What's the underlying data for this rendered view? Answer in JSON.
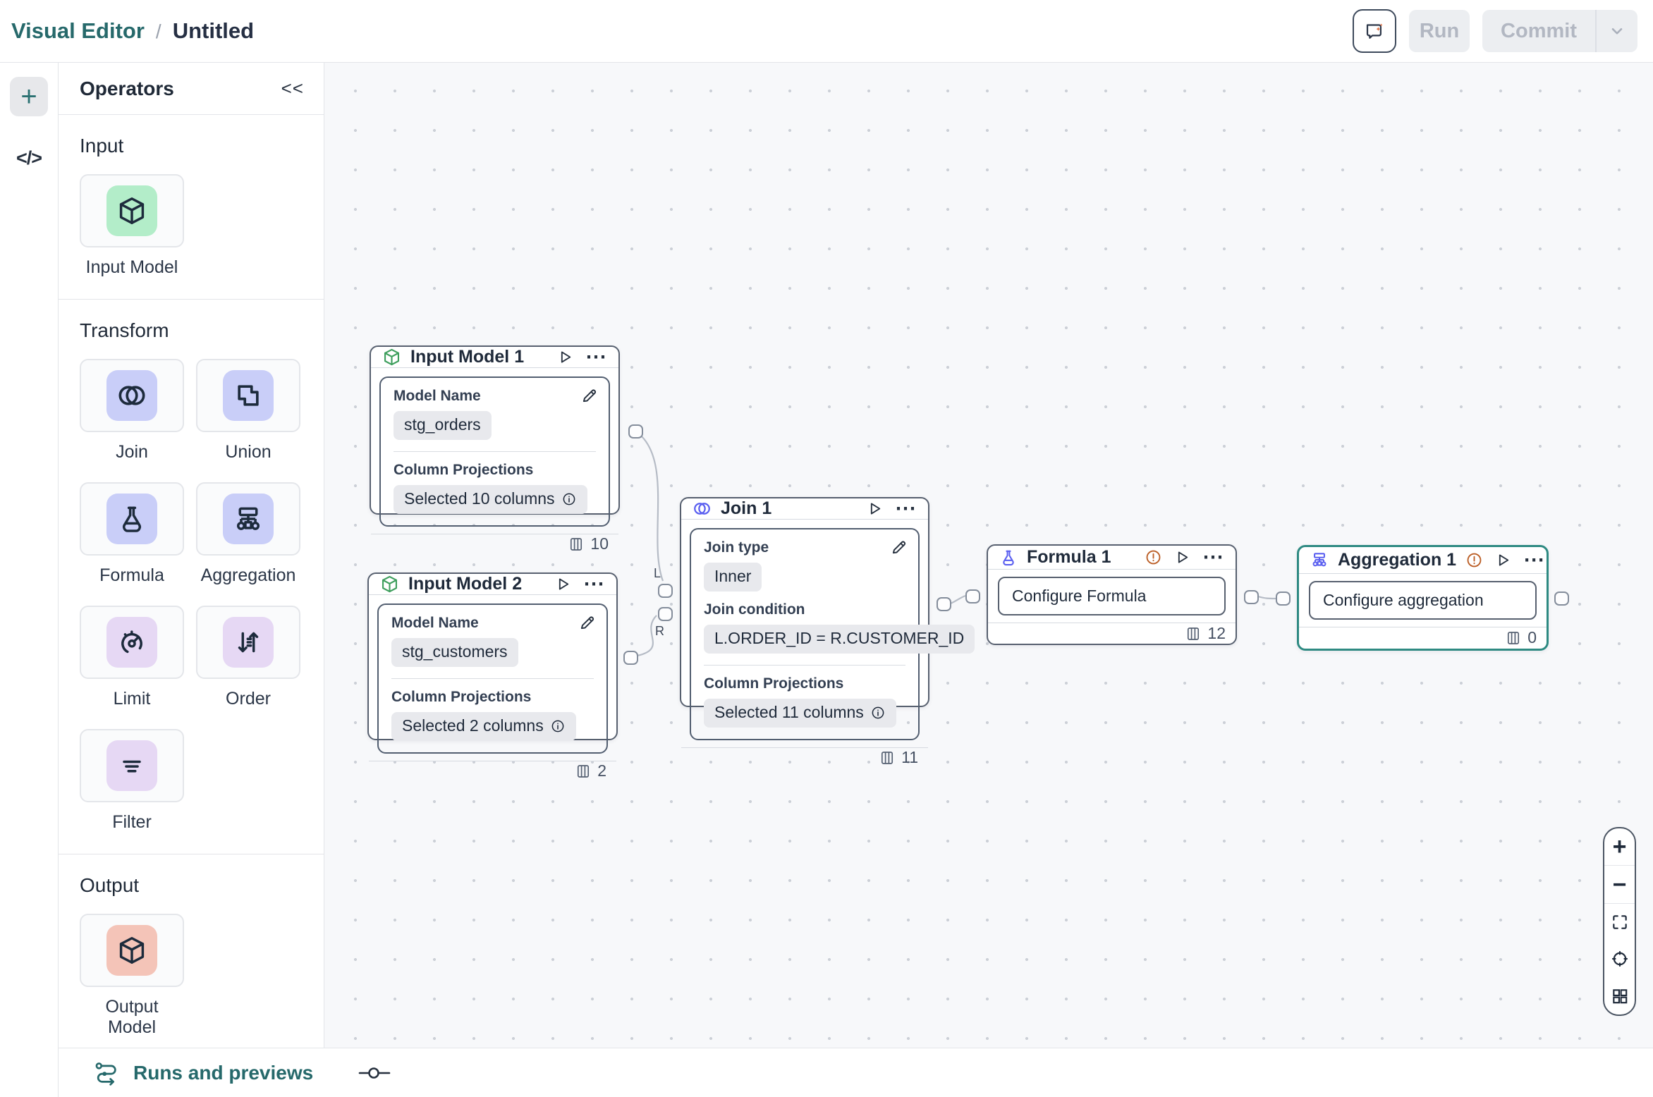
{
  "header": {
    "breadcrumb": {
      "app": "Visual Editor",
      "separator": "/",
      "doc": "Untitled"
    },
    "buttons": {
      "run": "Run",
      "commit": "Commit"
    }
  },
  "icons": {
    "plus": "+",
    "code": "</>",
    "collapse": "<<",
    "ellipsis": "⋯",
    "zoom_in": "+",
    "zoom_out": "−"
  },
  "operators": {
    "title": "Operators",
    "sections": [
      {
        "label": "Input",
        "items": [
          {
            "label": "Input Model"
          }
        ]
      },
      {
        "label": "Transform",
        "items": [
          {
            "label": "Join"
          },
          {
            "label": "Union"
          },
          {
            "label": "Formula"
          },
          {
            "label": "Aggregation"
          },
          {
            "label": "Limit"
          },
          {
            "label": "Order"
          },
          {
            "label": "Filter"
          }
        ]
      },
      {
        "label": "Output",
        "items": [
          {
            "label": "Output Model"
          }
        ]
      }
    ]
  },
  "canvas": {
    "nodes": [
      {
        "title": "Input Model 1",
        "fields": [
          {
            "label": "Model Name",
            "value": "stg_orders"
          },
          {
            "label": "Column Projections",
            "value": "Selected 10 columns",
            "info": true
          }
        ],
        "column_count": "10"
      },
      {
        "title": "Input Model 2",
        "fields": [
          {
            "label": "Model Name",
            "value": "stg_customers"
          },
          {
            "label": "Column Projections",
            "value": "Selected 2 columns",
            "info": true
          }
        ],
        "column_count": "2"
      },
      {
        "title": "Join 1",
        "fields": [
          {
            "label": "Join type",
            "value": "Inner"
          },
          {
            "label": "Join condition",
            "value": "L.ORDER_ID = R.CUSTOMER_ID"
          },
          {
            "label": "Column Projections",
            "value": "Selected 11 columns",
            "info": true
          }
        ],
        "column_count": "11"
      },
      {
        "title": "Formula 1",
        "action": "Configure Formula",
        "column_count": "12"
      },
      {
        "title": "Aggregation 1",
        "action": "Configure aggregation",
        "column_count": "0"
      }
    ],
    "join_ports": {
      "left": "L",
      "right": "R"
    }
  },
  "bottom_bar": {
    "runs_label": "Runs and previews"
  },
  "colors": {
    "brand_teal": "#26696b",
    "selection_teal": "#2e8a82",
    "warning_orange": "#bb5e26",
    "tile_green": "#b3edc9",
    "tile_indigo": "#c9cef8",
    "tile_violet": "#e6d8f4",
    "tile_salmon": "#f4c4b8",
    "canvas_bg": "#f7f8fa"
  }
}
